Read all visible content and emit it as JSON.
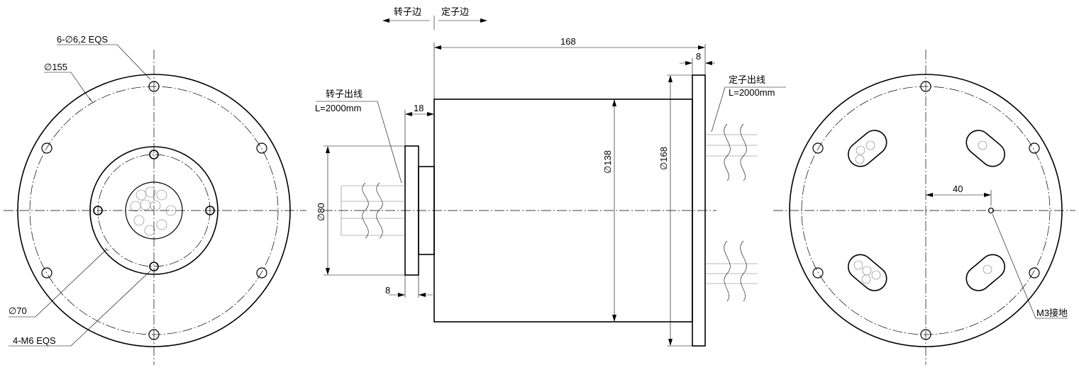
{
  "front_view": {
    "callout_holes_outer": "6-∅6,2 EQS",
    "callout_pcd_outer": "∅155",
    "callout_pcd_inner": "∅70",
    "callout_holes_inner": "4-M6 EQS"
  },
  "side_view": {
    "rotor_side": "转子边",
    "stator_side": "定子边",
    "overall_length": "168",
    "flange_thickness": "8",
    "rotor_step_length": "18",
    "rotor_flange_thickness": "8",
    "body_diameter": "∅138",
    "flange_diameter": "∅168",
    "rotor_diameter": "∅80",
    "rotor_lead_title": "转子出线",
    "rotor_lead_length": "L=2000mm",
    "stator_lead_title": "定子出线",
    "stator_lead_length": "L=2000mm"
  },
  "rear_view": {
    "ground_offset": "40",
    "ground_label": "M3接地"
  }
}
